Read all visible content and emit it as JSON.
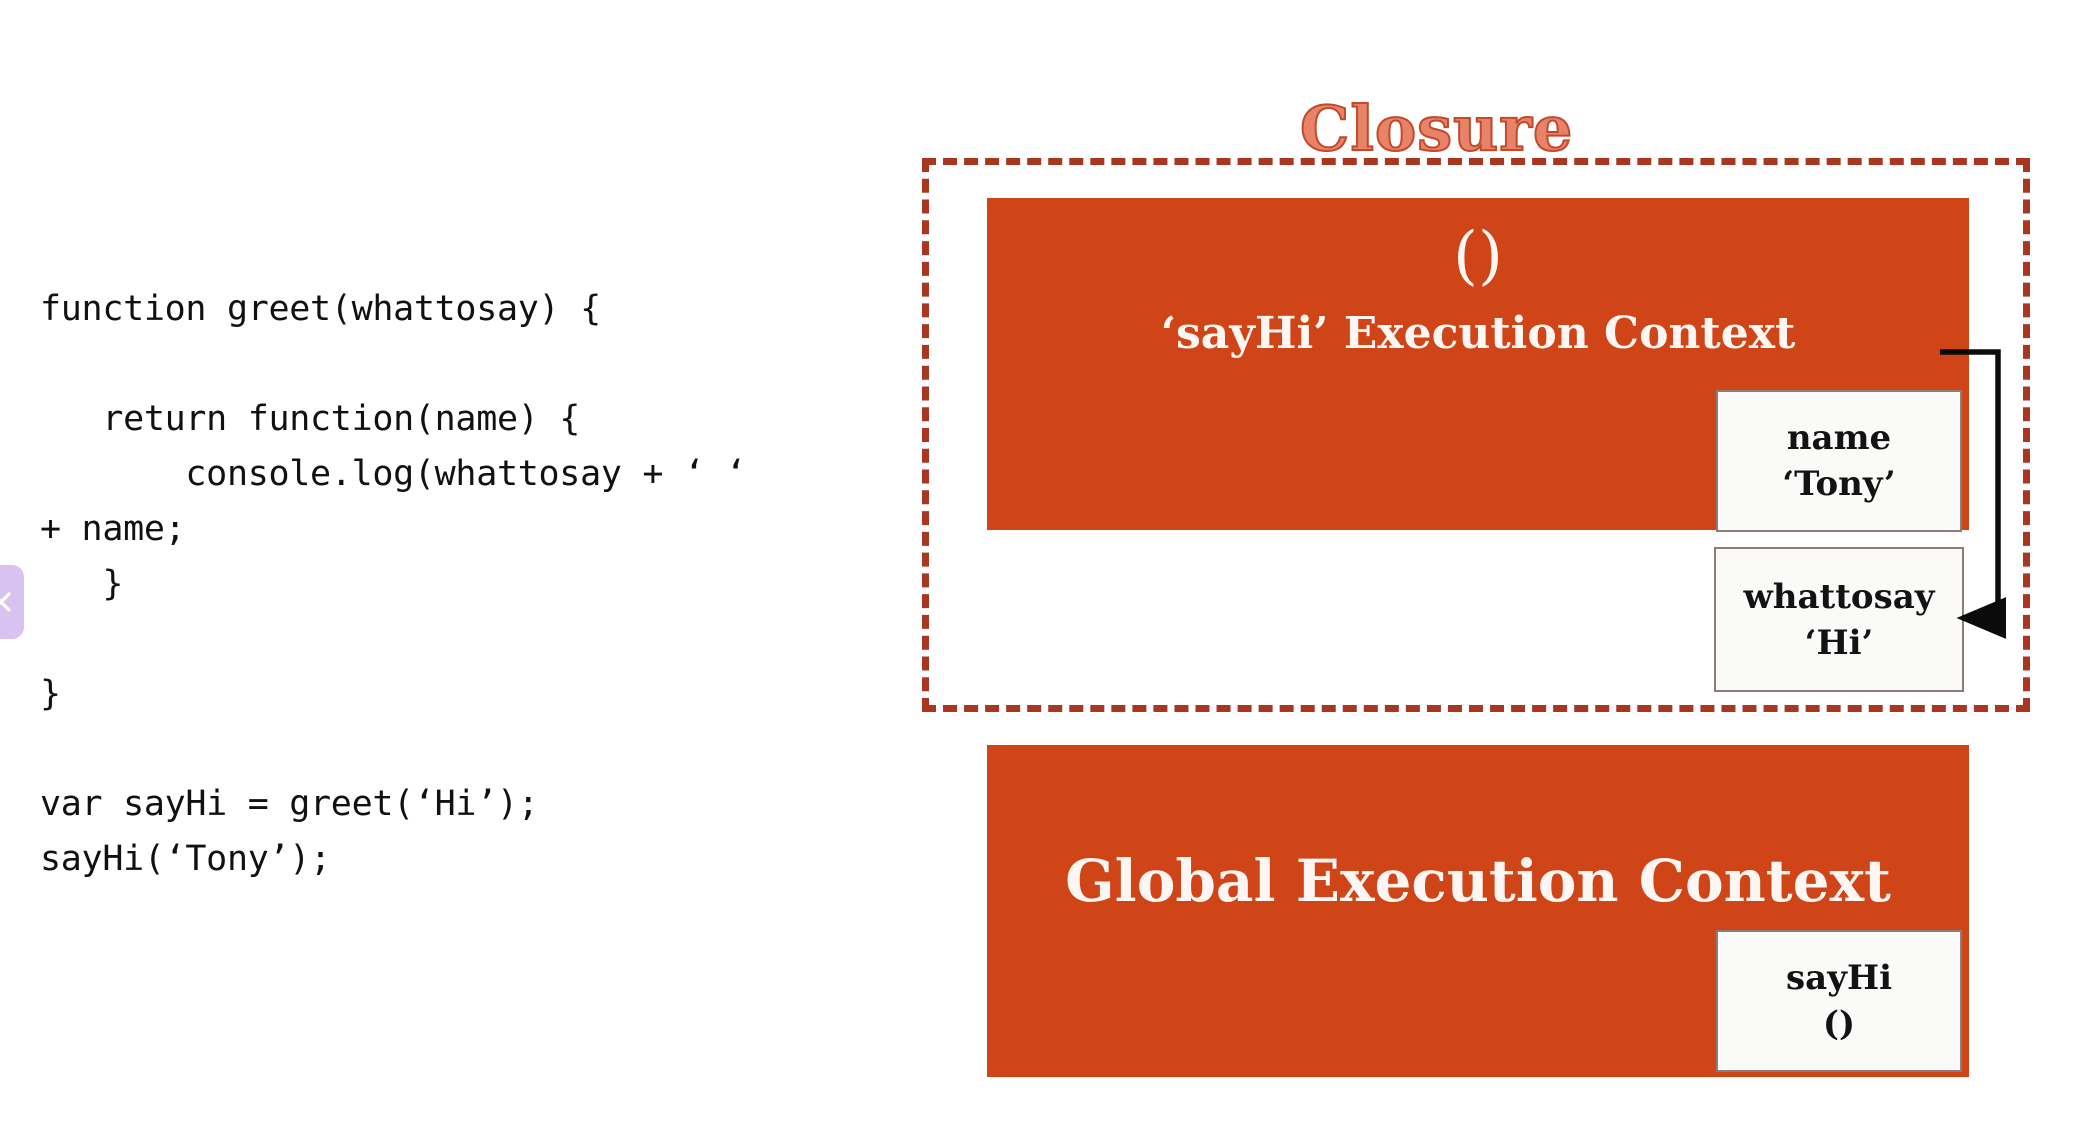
{
  "code": {
    "lines": [
      "function greet(whattosay) {",
      "",
      "   return function(name) {",
      "       console.log(whattosay + ' '",
      "+ name;",
      "   }",
      "",
      "}",
      "",
      "var sayHi = greet('Hi');",
      "sayHi('Tony');"
    ],
    "text": "function greet(whattosay) {\n\n   return function(name) {\n       console.log(whattosay + ‘ ‘\n+ name;\n   }\n\n}\n\nvar sayHi = greet(‘Hi’);\nsayHi(‘Tony’);"
  },
  "close_pill": {
    "icon": "close-icon",
    "color": "#d8c2ef"
  },
  "diagram": {
    "title": "Closure",
    "title_fill_color": "#e8836a",
    "title_outline_color": "#c24a2a",
    "boundary_color": "#a93720",
    "context_color": "#cf4518",
    "context_text_color": "#fdf6f2",
    "sayhi_context": {
      "paren_glyph": "()",
      "label": "‘sayHi’ Execution Context"
    },
    "global_context": {
      "label": "Global Execution Context"
    },
    "variables": [
      {
        "name": "name",
        "value": "‘Tony’"
      },
      {
        "name": "whattosay",
        "value": "‘Hi’"
      },
      {
        "name": "sayHi",
        "value": "()"
      }
    ]
  }
}
